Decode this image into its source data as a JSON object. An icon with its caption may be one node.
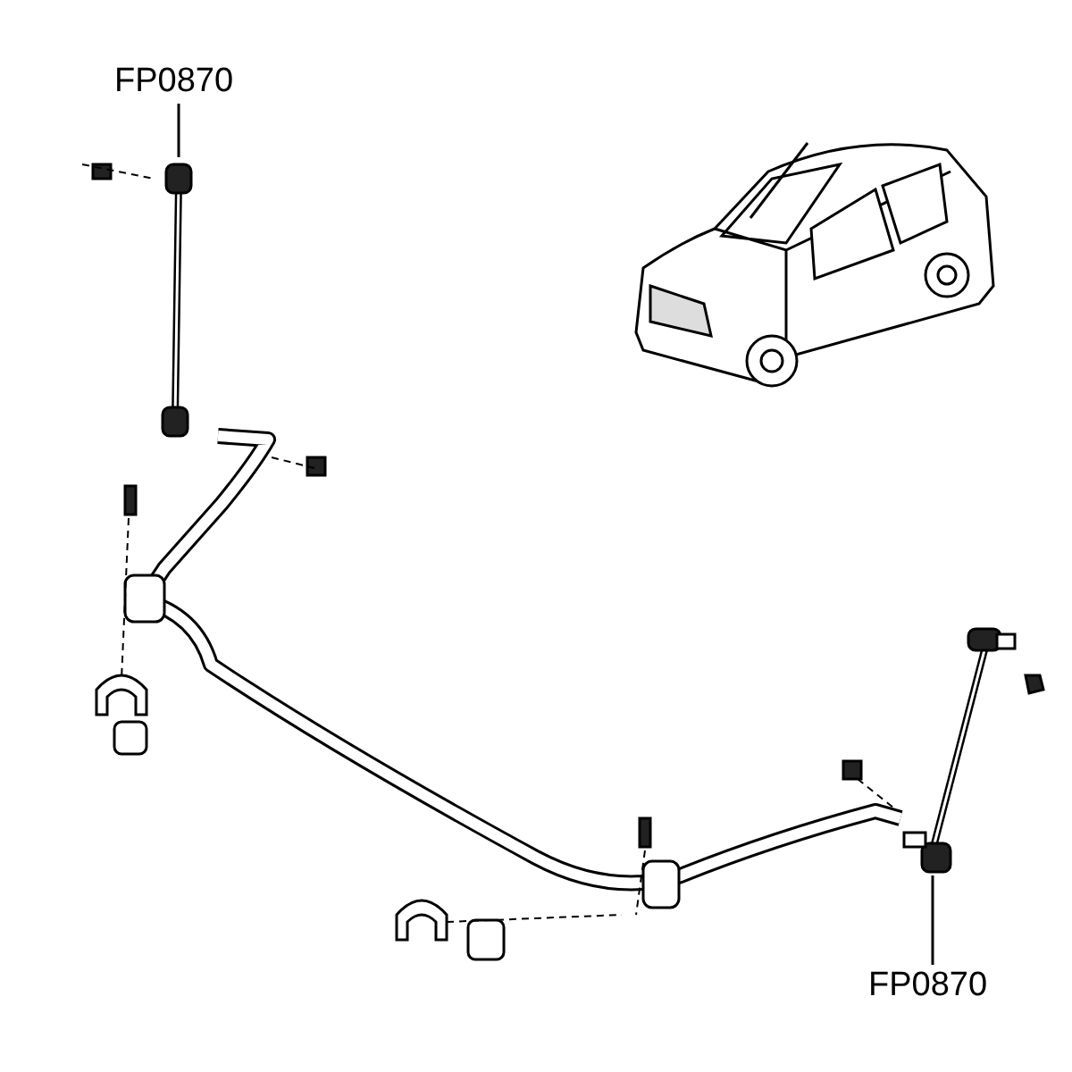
{
  "diagram": {
    "nodes": [
      {
        "text": [
          "FP0870"
        ]
      },
      {
        "text": [],
        "shape": "picture"
      },
      {
        "text": [
          "FP0870"
        ]
      },
      {
        "text": [],
        "shape": "picture"
      }
    ],
    "edges": [
      {
        "from": 0,
        "to": 1,
        "arrow": "none"
      },
      {
        "from": 2,
        "to": 3,
        "arrow": "none"
      }
    ]
  }
}
